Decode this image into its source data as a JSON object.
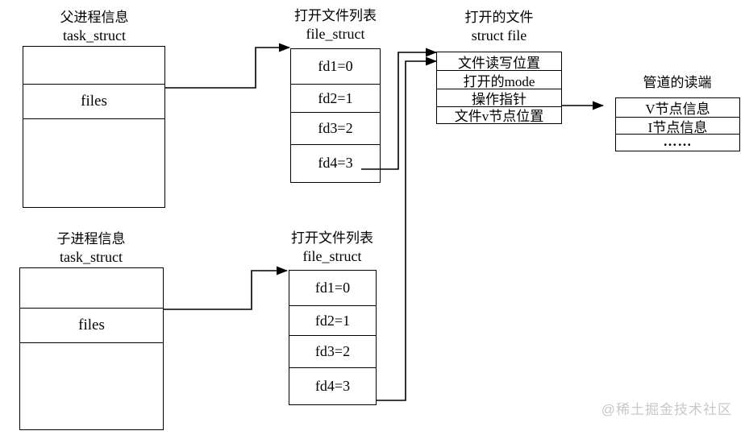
{
  "parent_process": {
    "title": "父进程信息",
    "subtitle": "task_struct",
    "files_label": "files"
  },
  "child_process": {
    "title": "子进程信息",
    "subtitle": "task_struct",
    "files_label": "files"
  },
  "parent_file_list": {
    "title": "打开文件列表",
    "subtitle": "file_struct",
    "rows": [
      "fd1=0",
      "fd2=1",
      "fd3=2",
      "fd4=3"
    ]
  },
  "child_file_list": {
    "title": "打开文件列表",
    "subtitle": "file_struct",
    "rows": [
      "fd1=0",
      "fd2=1",
      "fd3=2",
      "fd4=3"
    ]
  },
  "open_file": {
    "title": "打开的文件",
    "subtitle": "struct file",
    "rows": [
      "文件读写位置",
      "打开的mode",
      "操作指针",
      "文件v节点位置"
    ]
  },
  "pipe_read_end": {
    "title": "管道的读端",
    "rows": [
      "V节点信息",
      "I节点信息",
      "……"
    ]
  },
  "watermark": "@稀土掘金技术社区",
  "colors": {
    "line": "#000000",
    "watermark": "#c8c8c8",
    "background": "#ffffff"
  }
}
